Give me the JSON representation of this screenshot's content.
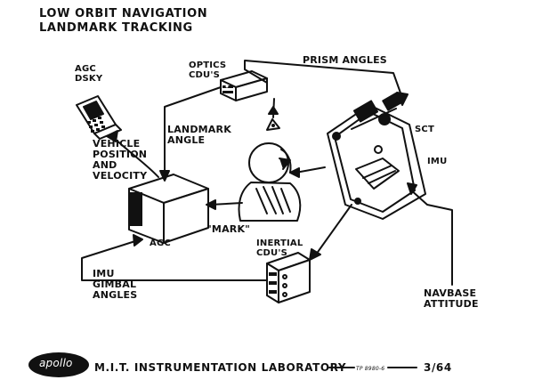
{
  "title": {
    "line1": "LOW ORBIT NAVIGATION",
    "line2": "LANDMARK TRACKING"
  },
  "labels": {
    "agc_dsky": "AGC\nDSKY",
    "optics_cdus": "OPTICS\nCDU'S",
    "prism_angles": "PRISM ANGLES",
    "sct": "SCT",
    "imu": "IMU",
    "landmark_angle": "LANDMARK\nANGLE",
    "vehicle_position": "VEHICLE\nPOSITION\nAND\nVELOCITY",
    "agc": "AGC",
    "mark": "\"MARK\"",
    "inertial_cdus": "INERTIAL\nCDU'S",
    "imu_gimbal_angles": "IMU\nGIMBAL\nANGLES",
    "navbase_attitude": "NAVBASE\nATTITUDE"
  },
  "footer": {
    "logo": "apollo",
    "lab": "M.I.T. INSTRUMENTATION LABORATORY",
    "ref": "TP 8980-6",
    "date": "3/64"
  },
  "colors": {
    "ink": "#111111",
    "paper": "#ffffff"
  }
}
